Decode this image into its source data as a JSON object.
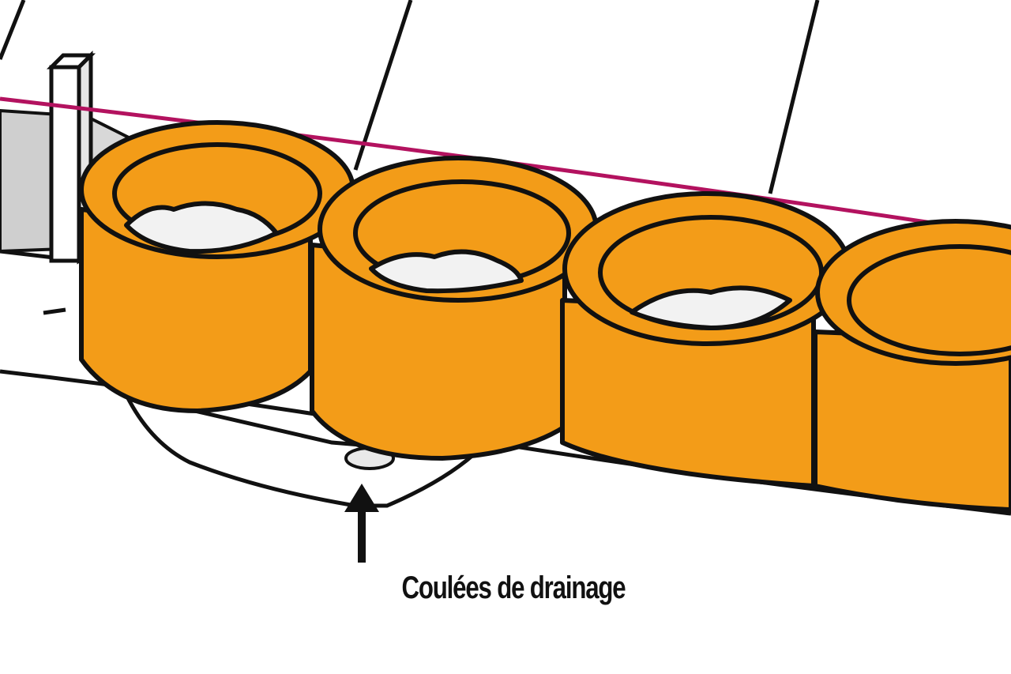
{
  "caption": "Coulées de drainage",
  "colors": {
    "block_fill": "#f39c18",
    "outline": "#111111",
    "string_line": "#b3125f",
    "gravel": "#f2f2f2",
    "grey_panel": "#cfcfcf",
    "background": "#ffffff"
  },
  "parts": [
    "stake-post",
    "guide-string",
    "interlocking-planter-blocks",
    "drainage-weep-holes",
    "ground-slope"
  ]
}
